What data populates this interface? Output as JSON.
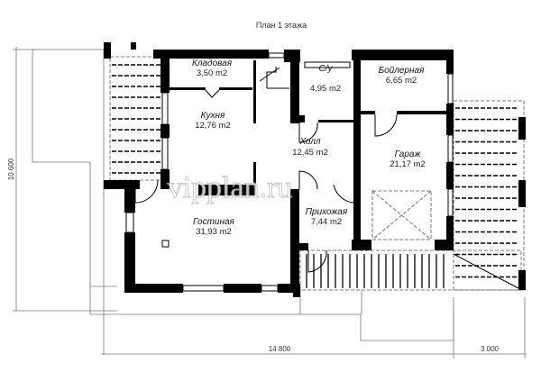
{
  "title": "План 1 этажа",
  "watermark": "vipplan.ru",
  "rooms": [
    {
      "name": "Кладовая",
      "area": "3,50 m2"
    },
    {
      "name": "С/у",
      "area": "4,95 m2"
    },
    {
      "name": "Бойлерная",
      "area": "6,65 m2"
    },
    {
      "name": "Кухня",
      "area": "12,76 m2"
    },
    {
      "name": "Холл",
      "area": "12,45 m2"
    },
    {
      "name": "Гараж",
      "area": "21,17 m2"
    },
    {
      "name": "Гостиная",
      "area": "31,93 m2"
    },
    {
      "name": "Прихожая",
      "area": "7,44 m2"
    }
  ],
  "dimensions": {
    "height": "10 600",
    "width_main": "14 800",
    "width_extra": "3 000"
  }
}
